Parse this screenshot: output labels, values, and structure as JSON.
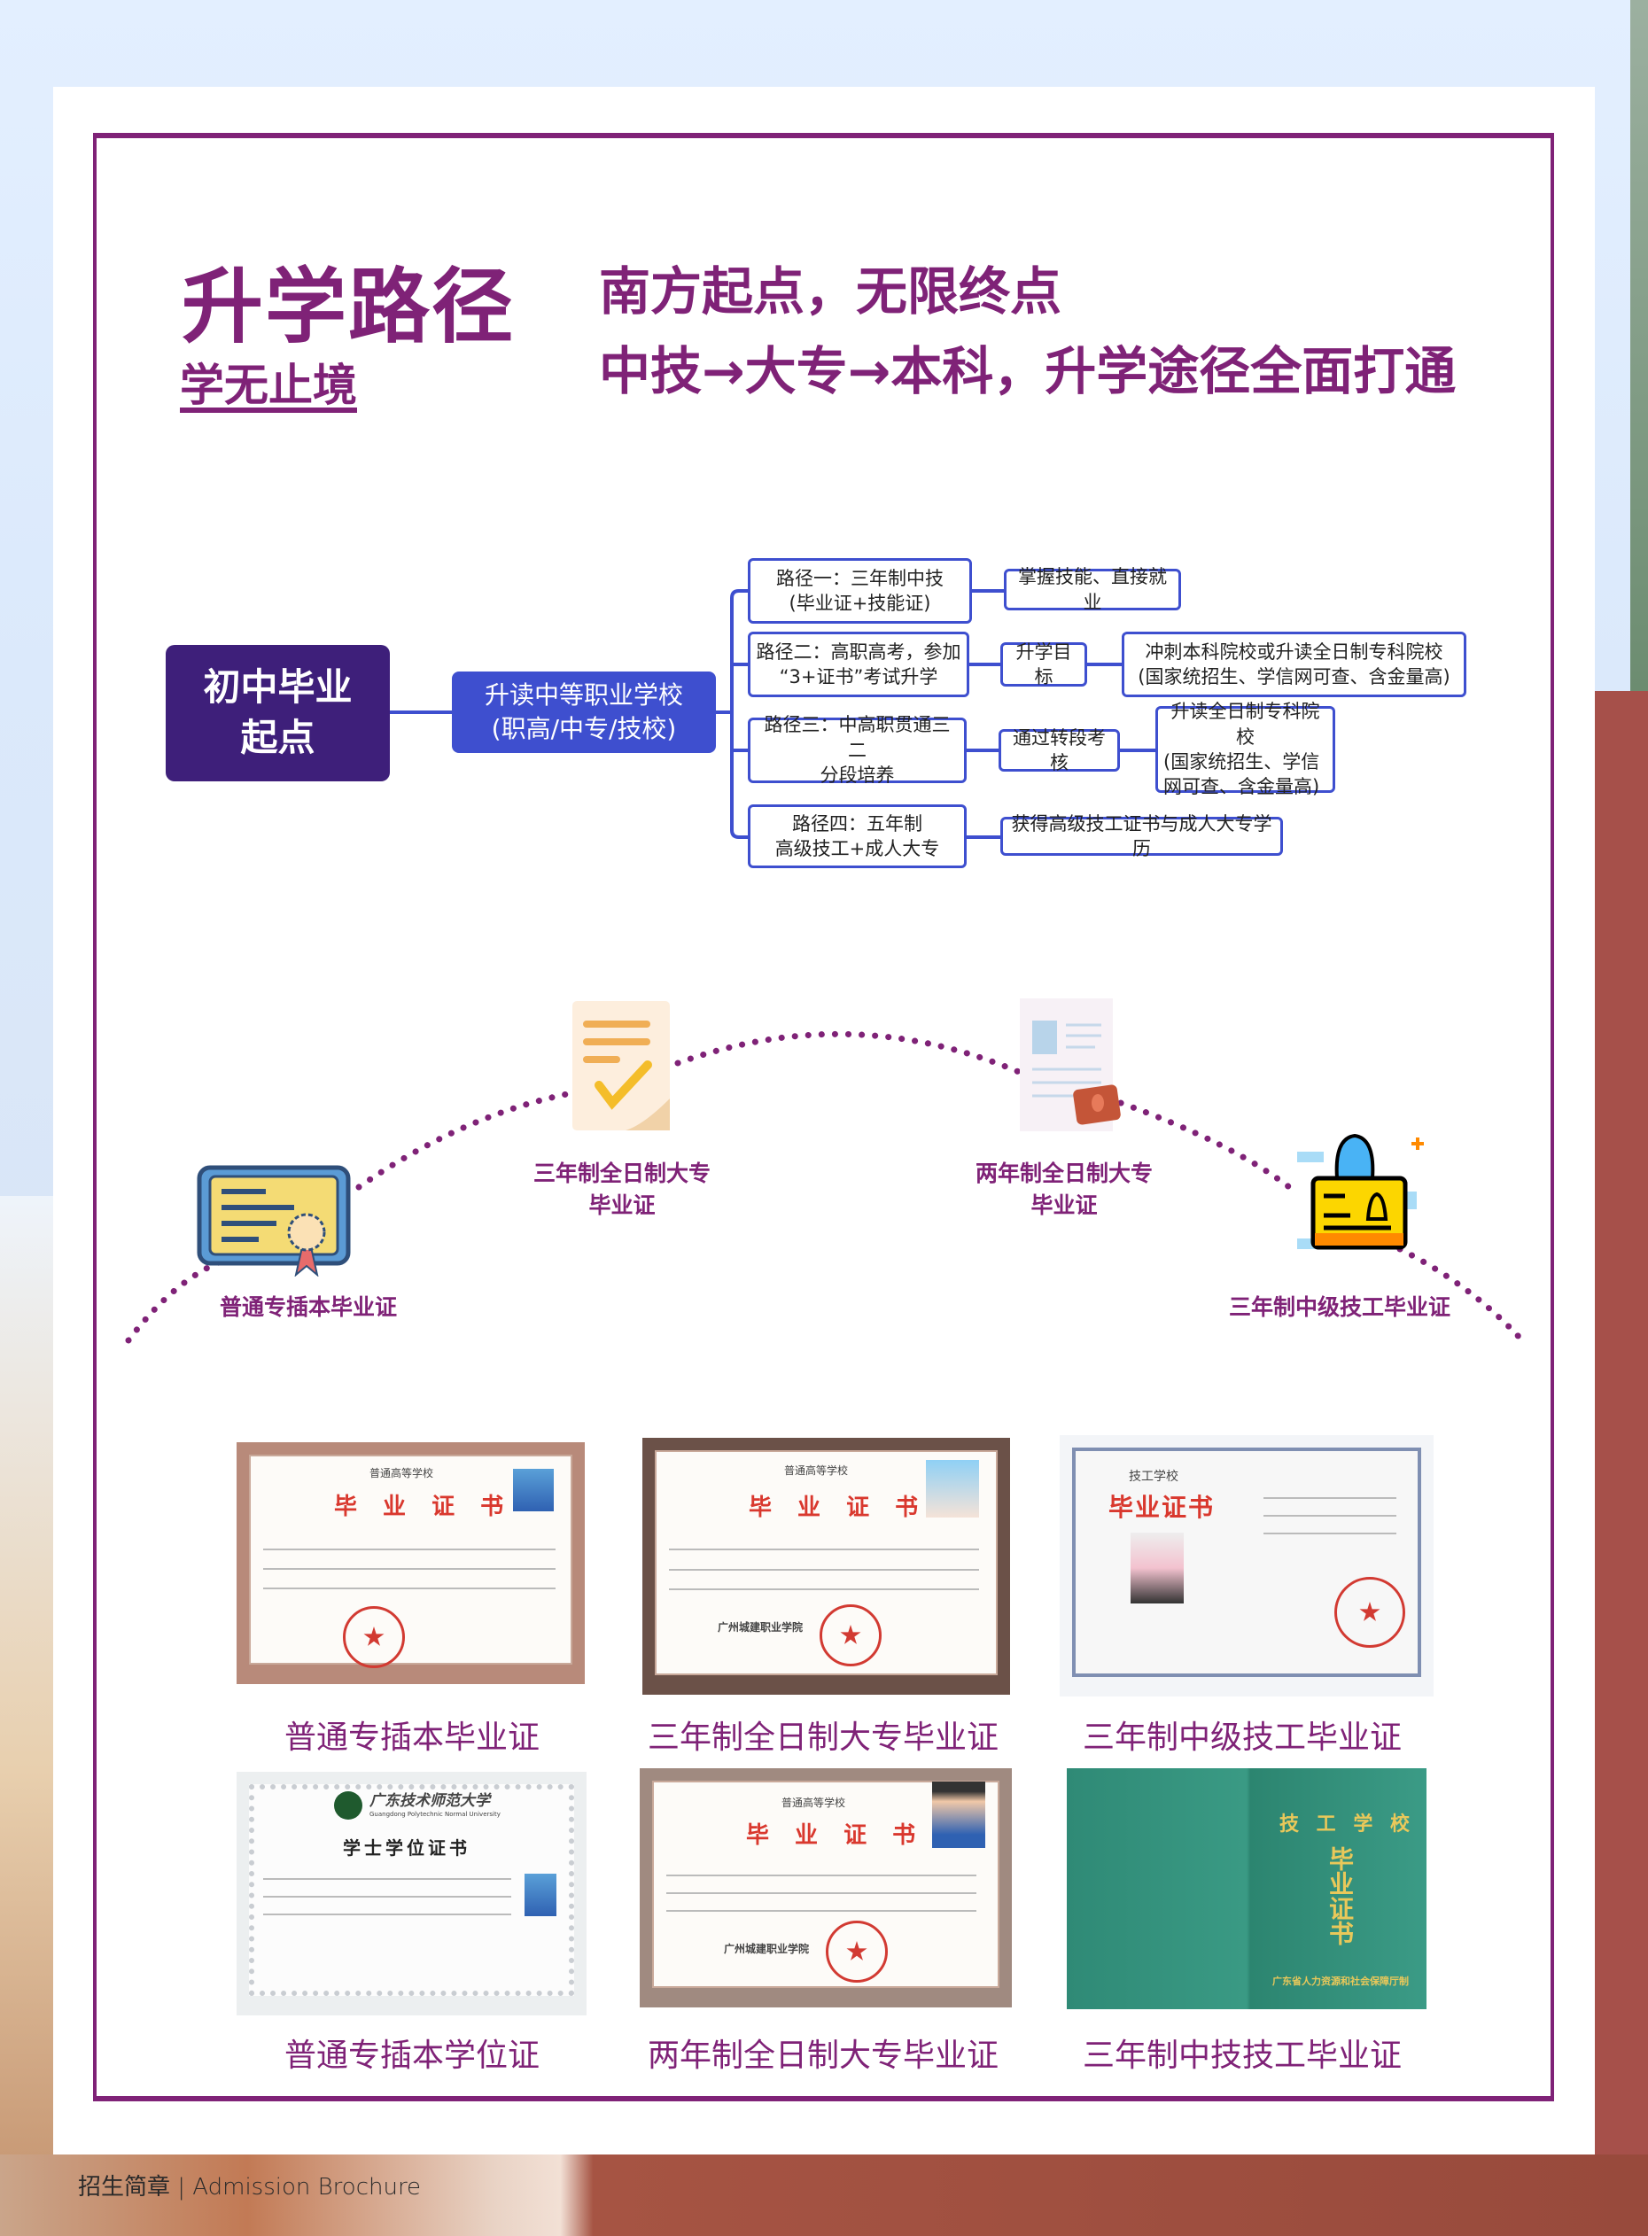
{
  "header": {
    "title": "升学路径",
    "subtitle": "学无止境",
    "slogan_line1": "南方起点，无限终点",
    "slogan_line2": "中技→大专→本科，升学途径全面打通"
  },
  "mindmap": {
    "root": {
      "line1": "初中毕业",
      "line2": "起点"
    },
    "middle": {
      "line1": "升读中等职业学校",
      "line2": "(职高/中专/技校)"
    },
    "paths": [
      {
        "line1": "路径一：三年制中技",
        "line2": "(毕业证+技能证)",
        "steps": [
          {
            "text": "掌握技能、直接就业"
          }
        ]
      },
      {
        "line1": "路径二：高职高考，参加",
        "line2": "“3+证书”考试升学",
        "steps": [
          {
            "text": "升学目标"
          },
          {
            "line1": "冲刺本科院校或升读全日制专科院校",
            "line2": "(国家统招生、学信网可查、含金量高)"
          }
        ]
      },
      {
        "line1": "路径三：中高职贯通三二",
        "line2": "分段培养",
        "steps": [
          {
            "text": "通过转段考核"
          },
          {
            "line1": "升读全日制专科院校",
            "line2": "(国家统招生、学信",
            "line3": "网可查、含金量高)"
          }
        ]
      },
      {
        "line1": "路径四：五年制",
        "line2": "高级技工+成人大专",
        "steps": [
          {
            "text": "获得高级技工证书与成人大专学历"
          }
        ]
      }
    ]
  },
  "arc": {
    "milestones": [
      {
        "icon": "diploma-icon",
        "label": "普通专插本毕业证"
      },
      {
        "icon": "checked-document-icon",
        "label_line1": "三年制全日制大专",
        "label_line2": "毕业证"
      },
      {
        "icon": "stamped-document-icon",
        "label_line1": "两年制全日制大专",
        "label_line2": "毕业证"
      },
      {
        "icon": "id-card-stamp-icon",
        "label": "三年制中级技工毕业证"
      }
    ],
    "color": "#7f2277"
  },
  "certificates": [
    {
      "caption": "普通专插本毕业证",
      "school_type": "普通高等学校",
      "heading": "毕 业 证 书"
    },
    {
      "caption": "三年制全日制大专毕业证",
      "school_type": "普通高等学校",
      "heading": "毕 业 证 书",
      "school": "广州城建职业学院"
    },
    {
      "caption": "三年制中级技工毕业证",
      "school_type": "技工学校",
      "heading": "毕业证书"
    },
    {
      "caption": "普通专插本学位证",
      "university": "广东技术师范大学",
      "university_en": "Guangdong Polytechnic Normal University",
      "heading": "学士学位证书"
    },
    {
      "caption": "两年制全日制大专毕业证",
      "school_type": "普通高等学校",
      "heading": "毕 业 证 书",
      "school": "广州城建职业学院"
    },
    {
      "caption": "三年制中技技工毕业证",
      "school_type": "技 工 学 校",
      "heading": "毕业证书",
      "issuer": "广东省人力资源和社会保障厅制"
    }
  ],
  "footer": {
    "text": "招生简章 | Admission Brochure"
  },
  "colors": {
    "brand": "#7f2277",
    "root": "#3e1f7a",
    "node": "#3e4fcf"
  }
}
